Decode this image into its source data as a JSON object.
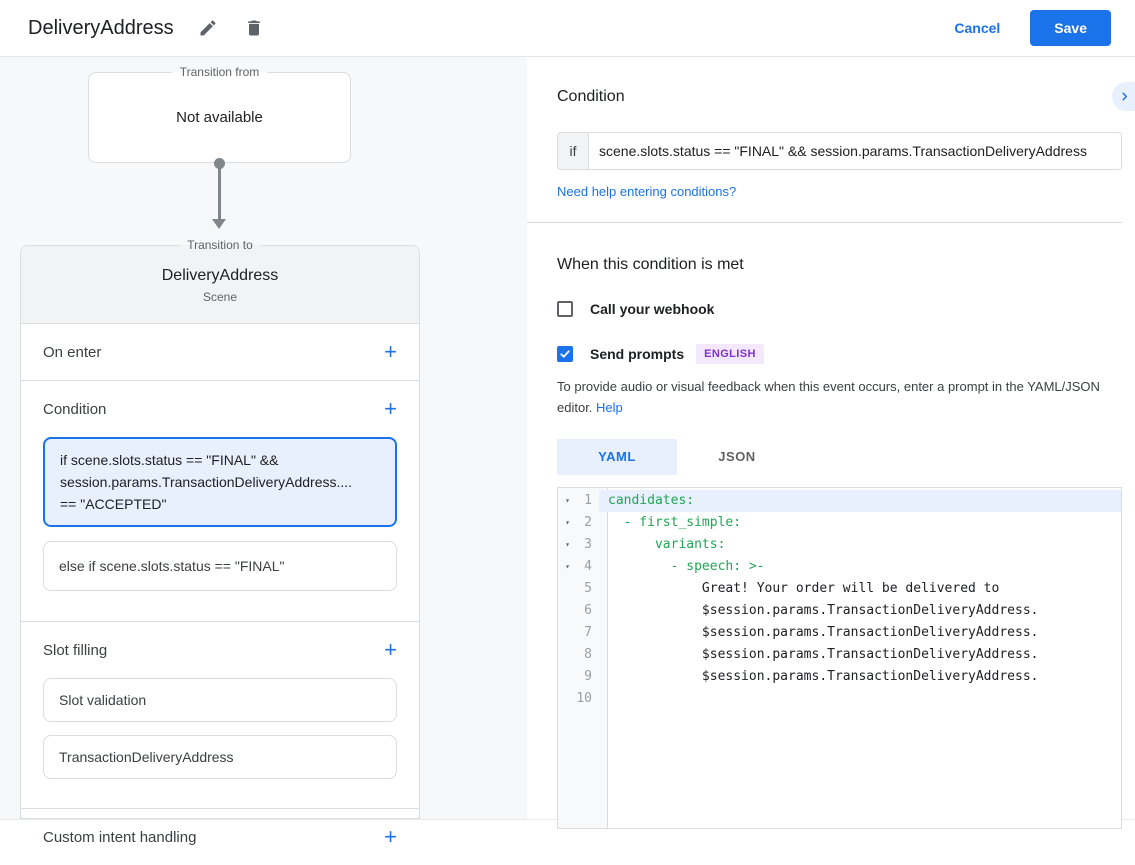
{
  "header": {
    "title": "DeliveryAddress",
    "cancel": "Cancel",
    "save": "Save"
  },
  "icons": {
    "add": "+"
  },
  "diagram": {
    "transition_from_label": "Transition from",
    "transition_from_value": "Not available",
    "transition_to_label": "Transition to",
    "scene_name": "DeliveryAddress",
    "scene_type": "Scene"
  },
  "scene": {
    "on_enter_label": "On enter",
    "condition_label": "Condition",
    "condition_cards": [
      {
        "lines": [
          "if scene.slots.status == \"FINAL\" &&",
          "session.params.TransactionDeliveryAddress....",
          "== \"ACCEPTED\""
        ]
      },
      {
        "lines": [
          "else if scene.slots.status == \"FINAL\""
        ]
      }
    ],
    "slot_filling_label": "Slot filling",
    "slot_cards": [
      "Slot validation",
      "TransactionDeliveryAddress"
    ],
    "custom_intent_label": "Custom intent handling"
  },
  "condition_panel": {
    "title": "Condition",
    "if_label": "if",
    "expression": "scene.slots.status == \"FINAL\" && session.params.TransactionDeliveryAddress",
    "help_link": "Need help entering conditions?"
  },
  "when_met": {
    "title": "When this condition is met",
    "webhook_label": "Call your webhook",
    "send_prompts_label": "Send prompts",
    "language_badge": "ENGLISH",
    "description": "To provide audio or visual feedback when this event occurs, enter a prompt in the YAML/JSON editor.",
    "help_label": "Help"
  },
  "editor": {
    "tabs": [
      {
        "label": "YAML"
      },
      {
        "label": "JSON"
      }
    ],
    "lines": [
      {
        "n": "1",
        "arrow": "▾",
        "code": "candidates:"
      },
      {
        "n": "2",
        "arrow": "▾",
        "code": "  - first_simple:"
      },
      {
        "n": "3",
        "arrow": "▾",
        "code": "      variants:"
      },
      {
        "n": "4",
        "arrow": "▾",
        "code": "        - speech: >-"
      },
      {
        "n": "5",
        "arrow": "",
        "code": "            Great! Your order will be delivered to"
      },
      {
        "n": "6",
        "arrow": "",
        "code": "            $session.params.TransactionDeliveryAddress."
      },
      {
        "n": "7",
        "arrow": "",
        "code": "            $session.params.TransactionDeliveryAddress."
      },
      {
        "n": "8",
        "arrow": "",
        "code": "            $session.params.TransactionDeliveryAddress."
      },
      {
        "n": "9",
        "arrow": "",
        "code": "            $session.params.TransactionDeliveryAddress."
      },
      {
        "n": "10",
        "arrow": "",
        "code": ""
      }
    ]
  }
}
